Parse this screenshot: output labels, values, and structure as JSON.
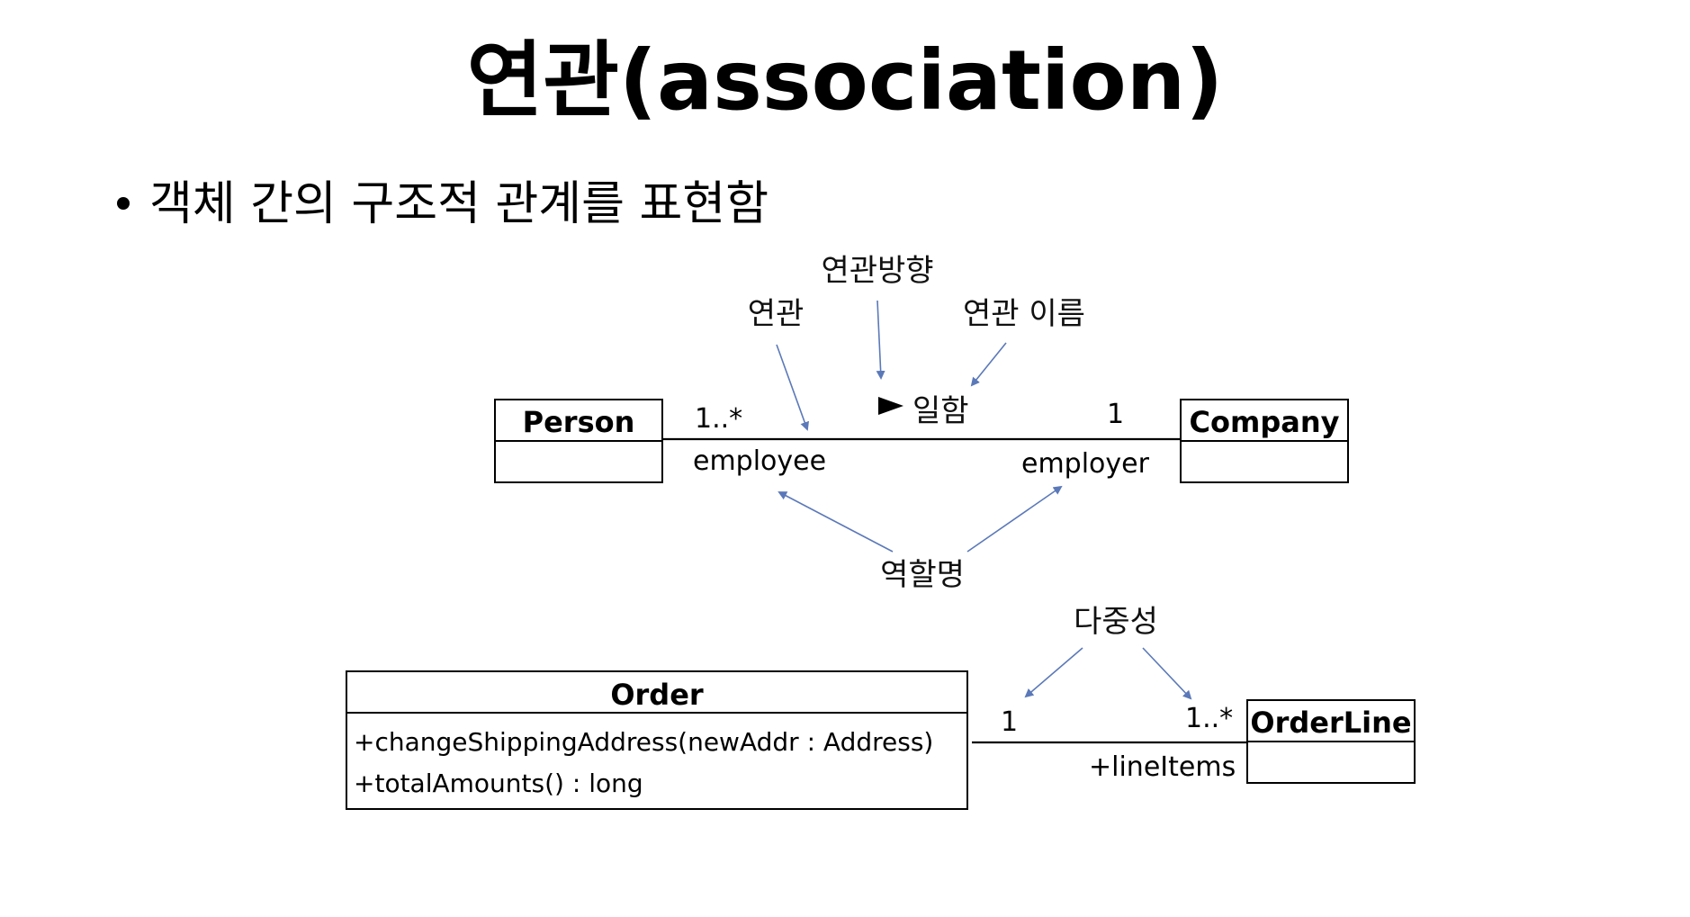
{
  "title": "연관(association)",
  "bullet": "객체 간의 구조적 관계를 표현함",
  "diagram1": {
    "class_left": "Person",
    "class_right": "Company",
    "multiplicity_left": "1..*",
    "multiplicity_right": "1",
    "role_left": "employee",
    "role_right": "employer",
    "association_name": "일함",
    "annotations": {
      "association": "연관",
      "direction": "연관방향",
      "association_name": "연관 이름",
      "role_name": "역할명"
    }
  },
  "diagram2": {
    "class_left": "Order",
    "operations": [
      "+changeShippingAddress(newAddr : Address)",
      "+totalAmounts() : long"
    ],
    "class_right": "OrderLine",
    "multiplicity_left": "1",
    "multiplicity_right": "1..*",
    "role_right": "+lineItems",
    "annotations": {
      "multiplicity": "다중성"
    }
  },
  "colors": {
    "pointer": "#5b79b9",
    "text": "#000000",
    "background": "#ffffff"
  }
}
